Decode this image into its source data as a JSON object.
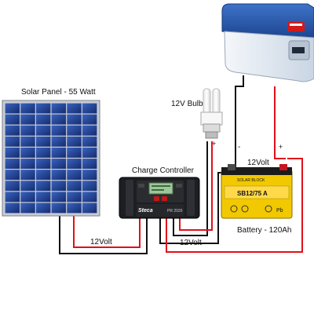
{
  "labels": {
    "solar_panel": "Solar Panel  - 55 Watt",
    "bulb": "12V Bulb",
    "controller": "Charge Controller",
    "battery": "Battery - 120Ah",
    "wire_panel": "12Volt",
    "wire_bulb": "12Volt",
    "wire_battery": "12Volt",
    "minus": "-",
    "plus": "+",
    "bulb_plus": "+",
    "controller_brand": "Steca",
    "controller_model": "PR 2020",
    "battery_brand": "SOLAR BLOCK",
    "battery_model": "SB12/75 A",
    "battery_pb": "Pb"
  },
  "colors": {
    "positive_wire": "#e0101a",
    "negative_wire": "#111111",
    "panel_cell": "#1c3d8c",
    "battery_body": "#f2c800",
    "battery_cap": "#1b1b1b",
    "fridge_body": "#dfe8f2",
    "fridge_lid": "#2a5aa8"
  }
}
